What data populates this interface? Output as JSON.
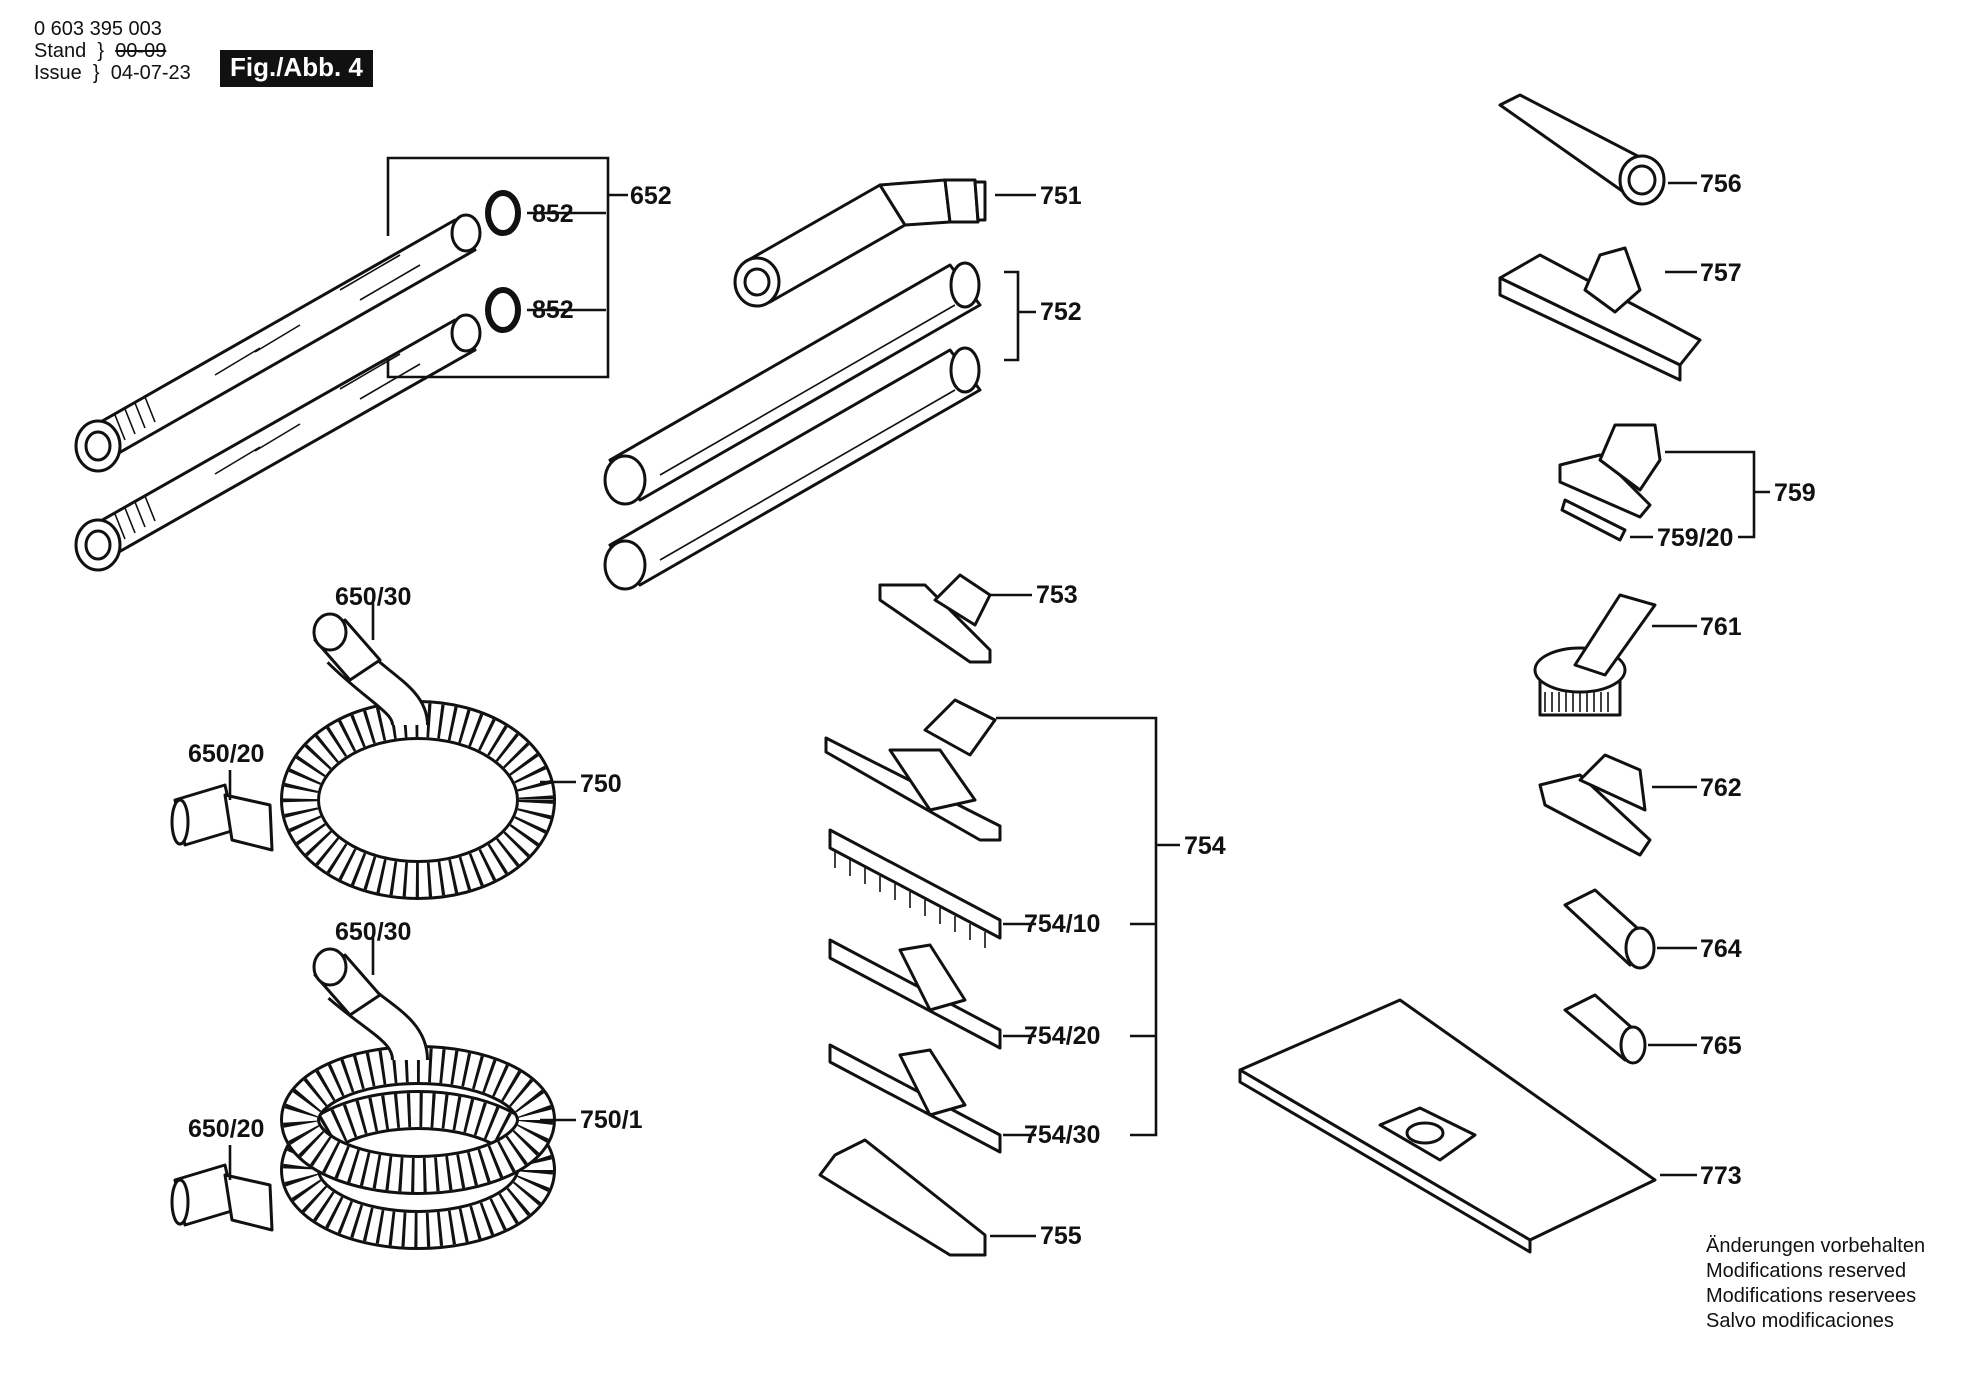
{
  "header": {
    "doc_number": "0 603 395 003",
    "stand_label": "Stand",
    "issue_label": "Issue",
    "old_date": "00-09",
    "issue_date": "04-07-23"
  },
  "figure_label": "Fig./Abb. 4",
  "callouts": {
    "c652": "652",
    "c852a": "852",
    "c852b": "852",
    "c751": "751",
    "c752": "752",
    "c753": "753",
    "c754": "754",
    "c754_10": "754/10",
    "c754_20": "754/20",
    "c754_30": "754/30",
    "c755": "755",
    "c750": "750",
    "c750_1": "750/1",
    "c650_30a": "650/30",
    "c650_20a": "650/20",
    "c650_30b": "650/30",
    "c650_20b": "650/20",
    "c756": "756",
    "c757": "757",
    "c759": "759",
    "c759_20": "759/20",
    "c761": "761",
    "c762": "762",
    "c764": "764",
    "c765": "765",
    "c773": "773"
  },
  "notes": [
    "Änderungen vorbehalten",
    "Modifications reserved",
    "Modifications reservees",
    "Salvo modificaciones"
  ]
}
